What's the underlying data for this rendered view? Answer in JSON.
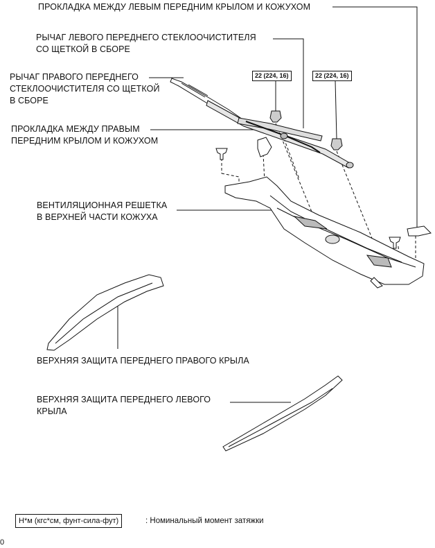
{
  "labels": {
    "left_fender_seal": "ПРОКЛАДКА МЕЖДУ ЛЕВЫМ ПЕРЕДНИМ КРЫЛОМ И КОЖУХОМ",
    "left_wiper_arm_l1": "РЫЧАГ ЛЕВОГО ПЕРЕДНЕГО СТЕКЛООЧИСТИТЕЛЯ",
    "left_wiper_arm_l2": "СО ЩЕТКОЙ В СБОРЕ",
    "right_wiper_arm_l1": "РЫЧАГ ПРАВОГО ПЕРЕДНЕГО",
    "right_wiper_arm_l2": "СТЕКЛООЧИСТИТЕЛЯ СО ЩЕТКОЙ",
    "right_wiper_arm_l3": "В СБОРЕ",
    "right_fender_seal_l1": "ПРОКЛАДКА МЕЖДУ ПРАВЫМ",
    "right_fender_seal_l2": "ПЕРЕДНИМ КРЫЛОМ И КОЖУХОМ",
    "cowl_louver_l1": "ВЕНТИЛЯЦИОННАЯ РЕШЕТКА",
    "cowl_louver_l2": "В ВЕРХНЕЙ ЧАСТИ КОЖУХА",
    "right_protector": "ВЕРХНЯЯ ЗАЩИТА ПЕРЕДНЕГО ПРАВОГО КРЫЛА",
    "left_protector_l1": "ВЕРХНЯЯ ЗАЩИТА ПЕРЕДНЕГО ЛЕВОГО",
    "left_protector_l2": "КРЫЛА"
  },
  "torque": {
    "spec_1": "22 (224, 16)",
    "spec_2": "22 (224, 16)"
  },
  "legend": {
    "unit": "Н*м (кгс*см, фунт-сила-фут)",
    "description": ": Номинальный момент затяжки"
  },
  "page_number": "0"
}
